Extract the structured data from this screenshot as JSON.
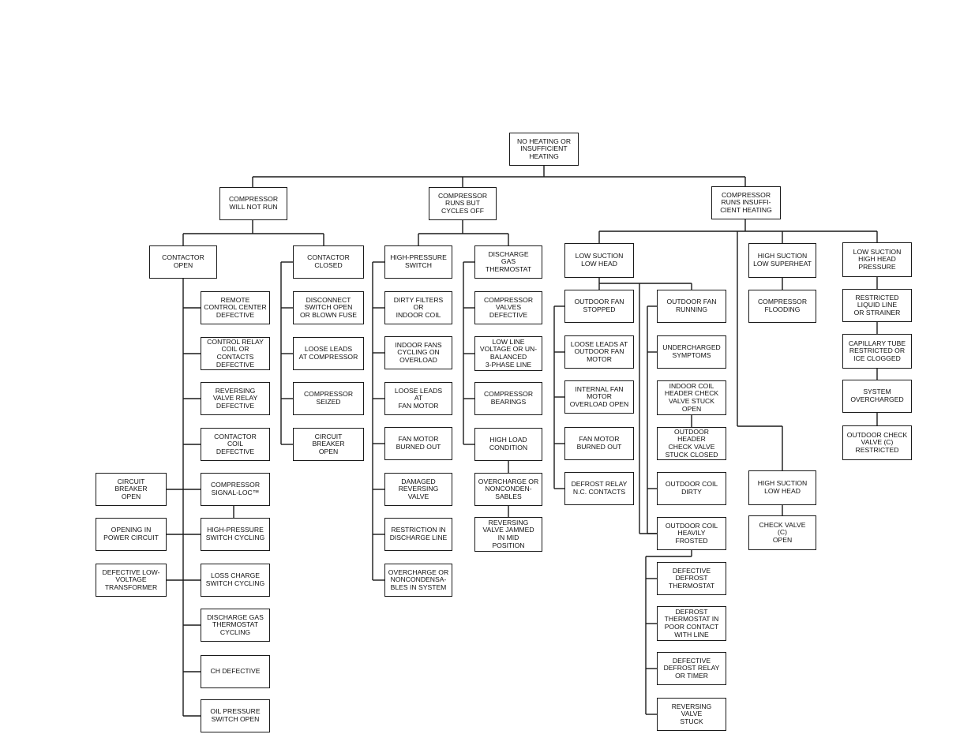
{
  "colors": {
    "line": "#1a1a1a",
    "background": "#ffffff",
    "text": "#111111"
  },
  "nodes": {
    "root": "NO HEATING OR\nINSUFFICIENT\nHEATING",
    "compressor_will_not_run": "COMPRESSOR\nWILL NOT RUN",
    "runs_but_cycles": "COMPRESSOR\nRUNS BUT\nCYCLES OFF",
    "runs_insufficient": "COMPRESSOR\nRUNS INSUFFI-\nCIENT HEATING",
    "contactor_open": "CONTACTOR\nOPEN",
    "contactor_closed": "CONTACTOR\nCLOSED",
    "remote_control": "REMOTE\nCONTROL CENTER\nDEFECTIVE",
    "control_relay": "CONTROL RELAY\nCOIL OR CONTACTS\nDEFECTIVE",
    "reversing_valve_relay": "REVERSING\nVALVE RELAY\nDEFECTIVE",
    "contactor_coil": "CONTACTOR\nCOIL\nDEFECTIVE",
    "compressor_signal_loc": "COMPRESSOR\nSIGNAL-LOC™",
    "hp_switch_cycling": "HIGH-PRESSURE\nSWITCH CYCLING",
    "loss_charge": "LOSS CHARGE\nSWITCH CYCLING",
    "discharge_gas_cycling": "DISCHARGE GAS\nTHERMOSTAT\nCYCLING",
    "ch_defective": "CH DEFECTIVE",
    "oil_pressure": "OIL PRESSURE\nSWITCH OPEN",
    "circuit_breaker_open_left": "CIRCUIT\nBREAKER\nOPEN",
    "opening_power": "OPENING IN\nPOWER CIRCUIT",
    "defective_transformer": "DEFECTIVE LOW-\nVOLTAGE\nTRANSFORMER",
    "disconnect_switch": "DISCONNECT\nSWITCH OPEN\nOR BLOWN FUSE",
    "loose_leads_compressor": "LOOSE LEADS\nAT COMPRESSOR",
    "compressor_seized": "COMPRESSOR\nSEIZED",
    "circuit_breaker_open": "CIRCUIT\nBREAKER\nOPEN",
    "hp_switch": "HIGH-PRESSURE\nSWITCH",
    "discharge_gas_thermostat": "DISCHARGE\nGAS\nTHERMOSTAT",
    "dirty_filters": "DIRTY FILTERS\nOR\nINDOOR COIL",
    "indoor_fans_cycling": "INDOOR FANS\nCYCLING ON\nOVERLOAD",
    "loose_leads_fan": "LOOSE LEADS\nAT\nFAN MOTOR",
    "fan_motor_burned": "FAN MOTOR\nBURNED OUT",
    "damaged_reversing": "DAMAGED\nREVERSING\nVALVE",
    "restriction_discharge": "RESTRICTION IN\nDISCHARGE LINE",
    "overcharge_system": "OVERCHARGE OR\nNONCONDENSA-\nBLES IN SYSTEM",
    "compressor_valves": "COMPRESSOR\nVALVES\nDEFECTIVE",
    "low_line_voltage": "LOW LINE\nVOLTAGE OR UN-\nBALANCED\n3-PHASE LINE",
    "compressor_bearings": "COMPRESSOR\nBEARINGS",
    "high_load": "HIGH LOAD\nCONDITION",
    "overcharge_sables": "OVERCHARGE OR\nNONCONDEN-\nSABLES",
    "reversing_jammed": "REVERSING\nVALVE JAMMED\nIN MID\nPOSITION",
    "low_suction_low_head": "LOW SUCTION\nLOW HEAD",
    "outdoor_fan_stopped": "OUTDOOR FAN\nSTOPPED",
    "outdoor_fan_running": "OUTDOOR FAN\nRUNNING",
    "loose_leads_outdoor": "LOOSE LEADS AT\nOUTDOOR FAN\nMOTOR",
    "internal_fan_motor": "INTERNAL FAN\nMOTOR\nOVERLOAD OPEN",
    "fan_motor_burned_2": "FAN MOTOR\nBURNED OUT",
    "defrost_relay_nc": "DEFROST RELAY\nN.C. CONTACTS",
    "undercharged": "UNDERCHARGED\nSYMPTOMS",
    "indoor_coil_header": "INDOOR COIL\nHEADER CHECK\nVALVE STUCK\nOPEN",
    "outdoor_header": "OUTDOOR HEADER\nCHECK VALVE\nSTUCK CLOSED",
    "outdoor_coil_dirty": "OUTDOOR COIL\nDIRTY",
    "outdoor_coil_frosted": "OUTDOOR COIL\nHEAVILY\nFROSTED",
    "defective_defrost_thermostat": "DEFECTIVE\nDEFROST\nTHERMOSTAT",
    "defrost_thermostat_poor": "DEFROST\nTHERMOSTAT IN\nPOOR CONTACT\nWITH LINE",
    "defective_defrost_relay": "DEFECTIVE\nDEFROST RELAY\nOR TIMER",
    "reversing_valve_stuck": "REVERSING\nVALVE\nSTUCK",
    "high_suction_low_superheat": "HIGH SUCTION\nLOW SUPERHEAT",
    "compressor_flooding": "COMPRESSOR\nFLOODING",
    "high_suction_low_head": "HIGH SUCTION\nLOW HEAD",
    "check_valve_open": "CHECK VALVE\n(C)\nOPEN",
    "low_suction_high_head": "LOW SUCTION\nHIGH HEAD\nPRESSURE",
    "restricted_liquid": "RESTRICTED\nLIQUID LINE\nOR STRAINER",
    "capillary_tube": "CAPILLARY TUBE\nRESTRICTED OR\nICE CLOGGED",
    "system_overcharged": "SYSTEM\nOVERCHARGED",
    "outdoor_check_valve": "OUTDOOR CHECK\nVALVE (C)\nRESTRICTED"
  }
}
